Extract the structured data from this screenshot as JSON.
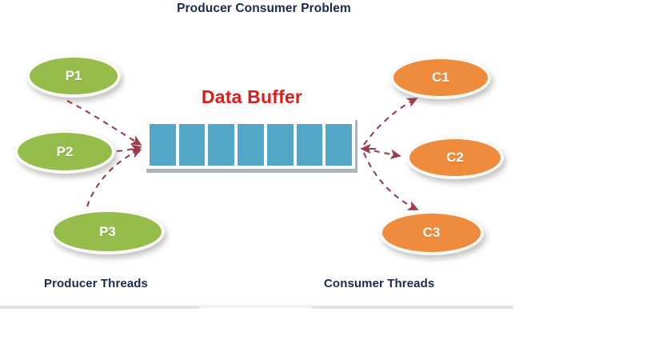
{
  "title": "Producer Consumer Problem",
  "buffer": {
    "heading": "Data Buffer",
    "cell_count": 7,
    "cell_color": "#51a7c5",
    "frame_color": "#a9b5bb"
  },
  "producers": {
    "section_label": "Producer Threads",
    "color": "#96bc4c",
    "nodes": [
      {
        "label": "P1"
      },
      {
        "label": "P2"
      },
      {
        "label": "P3"
      }
    ]
  },
  "consumers": {
    "section_label": "Consumer Threads",
    "color": "#ef8b3c",
    "nodes": [
      {
        "label": "C1"
      },
      {
        "label": "C2"
      },
      {
        "label": "C3"
      }
    ]
  },
  "arrows": {
    "color": "#9e3b4a",
    "style": "dashed",
    "producer_to_buffer_count": 3,
    "buffer_to_consumer_count": 3
  },
  "colors": {
    "title_text": "#1b2a52",
    "heading_text": "#e01b17",
    "node_text": "#ffffff",
    "rule": "#dbe7ec",
    "background": "#ffffff"
  }
}
